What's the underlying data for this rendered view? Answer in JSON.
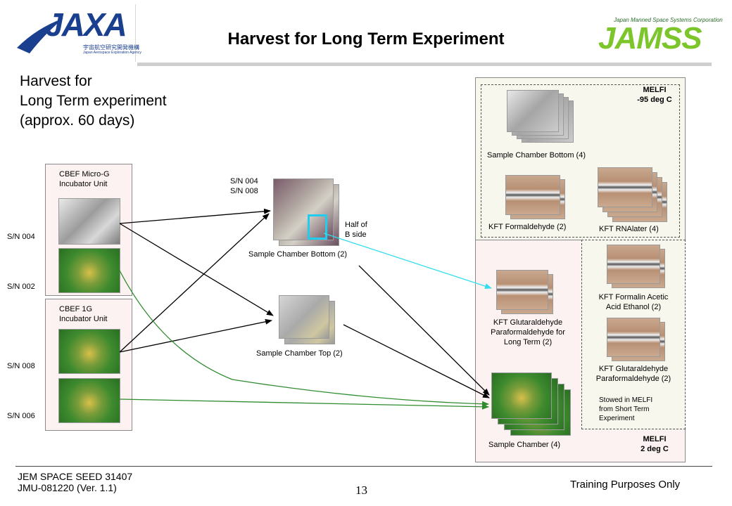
{
  "header": {
    "title": "Harvest for Long Term Experiment",
    "jaxa_logo": "JAXA",
    "jaxa_sub_jp": "宇宙航空研究開発機構",
    "jaxa_sub_en": "Japan Aerospace Exploration Agency",
    "jamss_logo": "JAMSS",
    "jamss_sub": "Japan Manned Space Systems Corporation"
  },
  "subtitle": [
    "Harvest for",
    "Long Term experiment",
    "(approx. 60 days)"
  ],
  "left": {
    "micro_g_label": [
      "CBEF Micro-G",
      "Incubator Unit"
    ],
    "one_g_label": [
      "CBEF 1G",
      "Incubator Unit"
    ],
    "sn": [
      "S/N 004",
      "S/N 002",
      "S/N 008",
      "S/N 006"
    ]
  },
  "middle": {
    "sn_top": [
      "S/N 004",
      "S/N 008"
    ],
    "half_b": [
      "Half of",
      "B side"
    ],
    "bottom_caption": "Sample Chamber Bottom (2)",
    "top_caption": "Sample Chamber Top (2)"
  },
  "right": {
    "melfi_upper": [
      "MELFI",
      "-95 deg C"
    ],
    "upper_chamber": "Sample Chamber Bottom (4)",
    "kft_formaldehyde": "KFT Formaldehyde (2)",
    "kft_rnalater": "KFT RNAlater (4)",
    "kft_glut_long": [
      "KFT Glutaraldehyde",
      "Paraformaldehyde for",
      "Long Term  (2)"
    ],
    "kft_formalin": [
      "KFT Formalin Acetic",
      "Acid Ethanol (2)"
    ],
    "kft_glut": [
      "KFT Glutaraldehyde",
      "Paraformaldehyde (2)"
    ],
    "stowed": [
      "Stowed in MELFI",
      "from Short Term",
      "Experiment"
    ],
    "sample_chamber": "Sample Chamber (4)",
    "melfi_lower": [
      "MELFI",
      "2 deg C"
    ]
  },
  "footer": {
    "doc_id": "JEM SPACE SEED 31407",
    "doc_ver": "JMU-081220 (Ver. 1.1)",
    "page": "13",
    "notice": "Training Purposes Only"
  },
  "colors": {
    "jaxa_blue": "#1b3f8f",
    "jamss_green": "#7cc52a",
    "arrow_black": "#000000",
    "arrow_green": "#2e8b2e",
    "arrow_cyan": "#33ddee",
    "highlight_cyan": "#22ccee"
  }
}
